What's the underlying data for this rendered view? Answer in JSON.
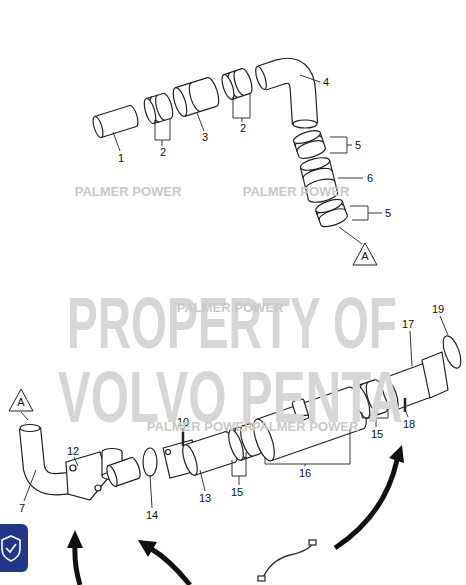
{
  "diagram": {
    "nodes": [
      {
        "text": [
          "A"
        ]
      },
      {
        "text": [
          "A"
        ]
      }
    ],
    "labels": [
      "1",
      "2",
      "3",
      "2",
      "4",
      "5",
      "6",
      "5",
      "PALMER POWER",
      "PALMER POWER",
      "PROPERTY OF",
      "PALMER POWER",
      "VOLVO PENTA",
      "7",
      "12",
      "10",
      "14",
      "13",
      "15",
      "16",
      "15",
      "17",
      "18",
      "19",
      "PALMER POWER",
      "PALMER POWER"
    ]
  }
}
